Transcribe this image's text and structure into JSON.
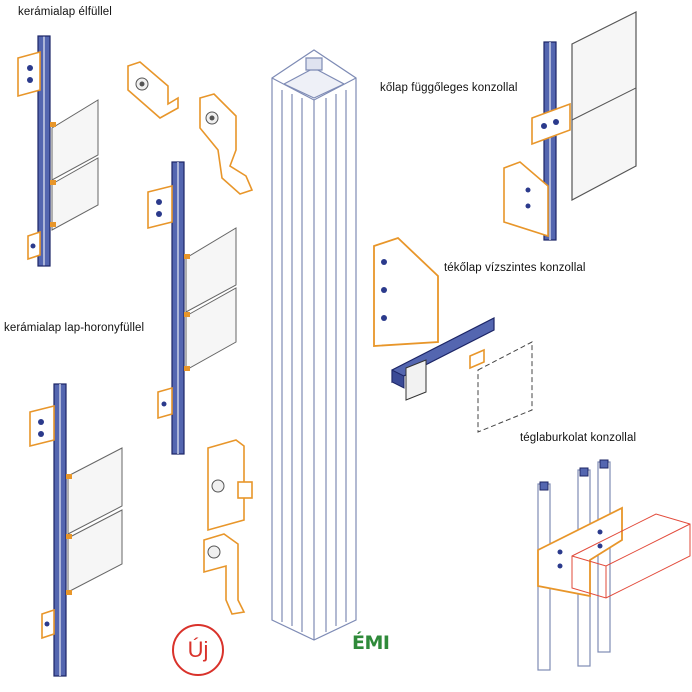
{
  "labels": {
    "ceramic_edge": "kerámialap élfüllel",
    "ceramic_groove": "kerámialap lap-horonyfüllel",
    "stone_vertical": "kőlap függőleges konzollal",
    "fiber_horizontal": "tékőlap vízszintes konzollal",
    "brick_cladding": "téglaburkolat konzollal"
  },
  "badge": {
    "text": "Új"
  },
  "logo": {
    "text": "ÉMI"
  },
  "colors": {
    "profile_blue": "#2b3a8c",
    "bracket_orange": "#e8962a",
    "panel_gray": "#6a6a6a",
    "column_blue": "#9aa6c8",
    "badge_red": "#d9322b",
    "logo_green": "#2f8a3a"
  }
}
